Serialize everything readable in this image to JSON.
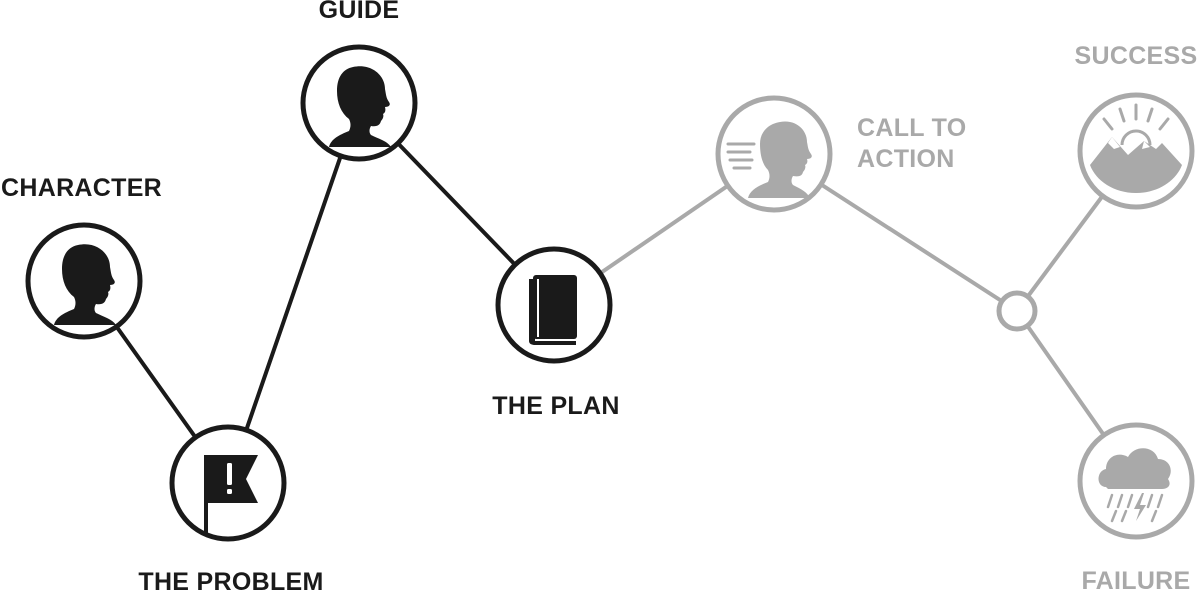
{
  "diagram": {
    "colors": {
      "dark": "#1a1a1a",
      "light": "#a9a9a9",
      "background": "#ffffff"
    },
    "nodes": [
      {
        "id": "character",
        "label_lines": [
          "CHARACTER"
        ],
        "icon": "person-head-icon",
        "state": "active"
      },
      {
        "id": "problem",
        "label_lines": [
          "THE PROBLEM"
        ],
        "icon": "flag-exclamation-icon",
        "state": "active"
      },
      {
        "id": "guide",
        "label_lines": [
          "GUIDE"
        ],
        "icon": "person-head-icon",
        "state": "active"
      },
      {
        "id": "plan",
        "label_lines": [
          "THE PLAN"
        ],
        "icon": "book-icon",
        "state": "active"
      },
      {
        "id": "call",
        "label_lines": [
          "CALL TO",
          "ACTION"
        ],
        "icon": "person-motion-icon",
        "state": "inactive"
      },
      {
        "id": "junction",
        "label_lines": [],
        "icon": "",
        "state": "inactive"
      },
      {
        "id": "success",
        "label_lines": [
          "SUCCESS"
        ],
        "icon": "sunrise-mountain-icon",
        "state": "inactive"
      },
      {
        "id": "failure",
        "label_lines": [
          "FAILURE"
        ],
        "icon": "storm-cloud-icon",
        "state": "inactive"
      }
    ],
    "edges": [
      {
        "from": "character",
        "to": "problem",
        "state": "active"
      },
      {
        "from": "problem",
        "to": "guide",
        "state": "active"
      },
      {
        "from": "guide",
        "to": "plan",
        "state": "active"
      },
      {
        "from": "plan",
        "to": "call",
        "state": "inactive"
      },
      {
        "from": "call",
        "to": "junction",
        "state": "inactive"
      },
      {
        "from": "junction",
        "to": "success",
        "state": "inactive"
      },
      {
        "from": "junction",
        "to": "failure",
        "state": "inactive"
      }
    ]
  }
}
